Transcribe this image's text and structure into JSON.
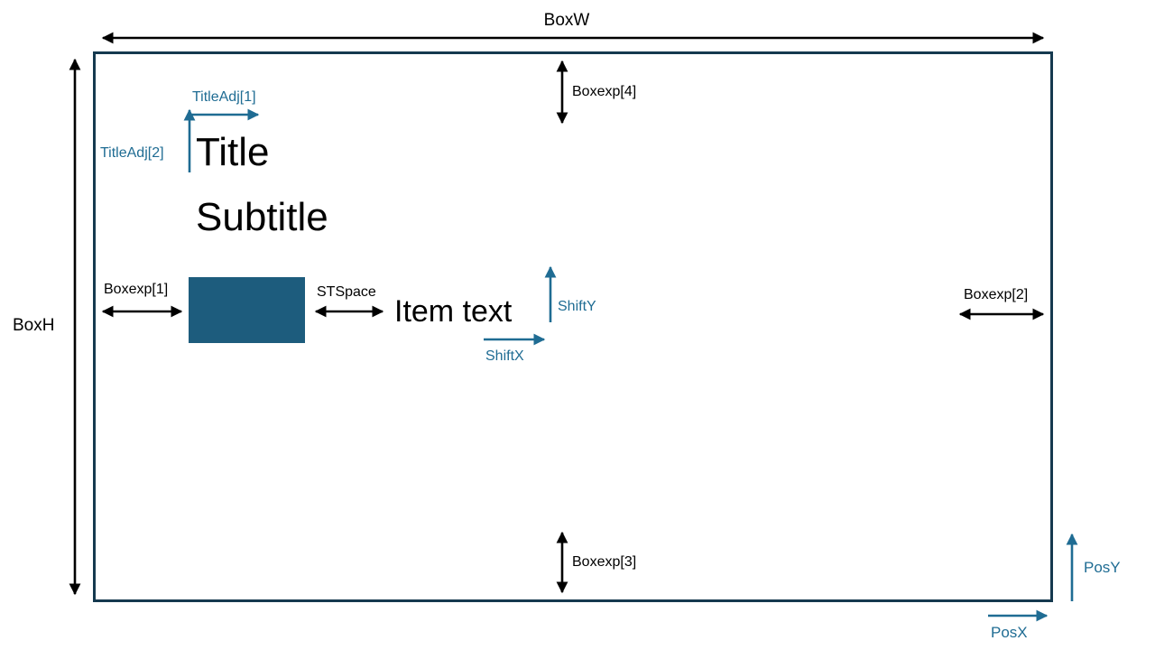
{
  "diagram": {
    "title": "Title",
    "subtitle": "Subtitle",
    "item_text": "Item text"
  },
  "dimension_labels": {
    "box_w": "BoxW",
    "box_h": "BoxH",
    "boxexp_1": "Boxexp[1]",
    "boxexp_2": "Boxexp[2]",
    "boxexp_3": "Boxexp[3]",
    "boxexp_4": "Boxexp[4]",
    "st_space": "STSpace"
  },
  "offset_labels": {
    "title_adj_1": "TitleAdj[1]",
    "title_adj_2": "TitleAdj[2]",
    "shift_x": "ShiftX",
    "shift_y": "ShiftY",
    "pos_x": "PosX",
    "pos_y": "PosY"
  },
  "colors": {
    "accent": "#1F6C93",
    "box_border": "#15394F",
    "key_fill": "#1D5C7D",
    "black": "#000000"
  }
}
